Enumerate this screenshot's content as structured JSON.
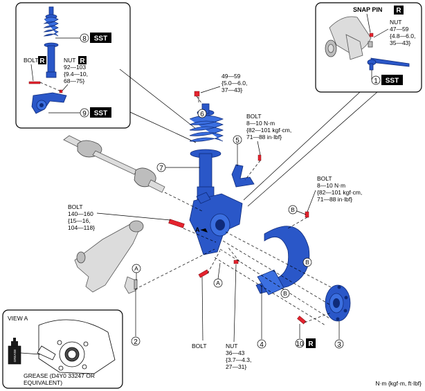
{
  "callouts": {
    "c1": "1",
    "c2": "2",
    "c3": "3",
    "c4": "4",
    "c5": "5",
    "c6": "6",
    "c7": "7",
    "c8": "8",
    "c9": "9",
    "c10": "10"
  },
  "badges": {
    "sst": "SST",
    "r": "R"
  },
  "refs": {
    "a": "A",
    "b": "B"
  },
  "labels": {
    "snap_pin": "SNAP PIN",
    "nut_47": [
      "NUT",
      "47—59",
      "{4.8—6.0,",
      "35—43}"
    ],
    "bolt_left": "BOLT",
    "nut_92": [
      "NUT",
      "92—103",
      "{9.4—10,",
      "68—75}"
    ],
    "torque_6": [
      "49—59",
      "{5.0—6.0,",
      "37—43}"
    ],
    "bolt_5": [
      "BOLT",
      "8—10 N·m",
      "{82—101 kgf·cm,",
      "71—88 in·lbf}"
    ],
    "bolt_b": [
      "BOLT",
      "8—10 N·m",
      "{82—101 kgf·cm,",
      "71—88 in·lbf}"
    ],
    "bolt_140": [
      "BOLT",
      "140—160",
      "{15—16,",
      "104—118}"
    ],
    "bolt_bottom": "BOLT",
    "nut_36": [
      "NUT",
      "36—43",
      "{3.7—4.3,",
      "27—31}"
    ],
    "view_a": "VIEW A",
    "grease": [
      "GREASE (D4Y0 33247 OR",
      "EQUIVALENT)"
    ],
    "grease_can": "GREASE",
    "view_arrow": "A",
    "units": "N·m {kgf·m, ft·lbf}"
  },
  "colors": {
    "part_blue": "#2a57c8",
    "fastener_red": "#e5232e",
    "part_grey": "#dcdcdc"
  }
}
